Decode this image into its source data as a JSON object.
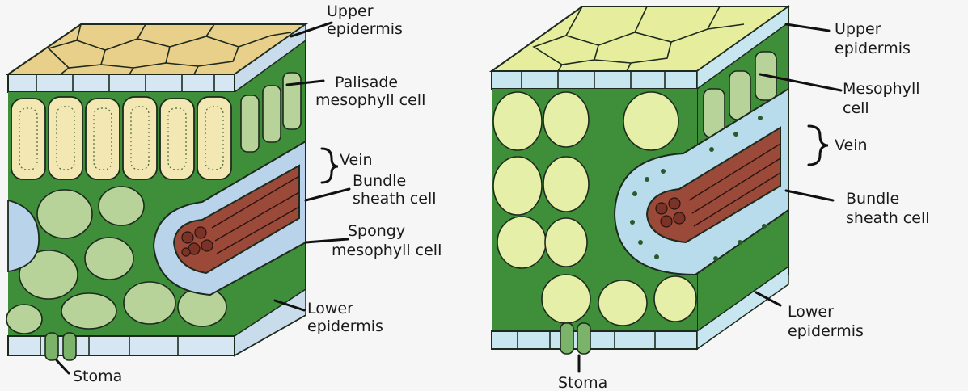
{
  "diagrams": [
    {
      "labels": {
        "upper_epidermis": [
          "Upper",
          "epidermis"
        ],
        "palisade": [
          "Palisade",
          "mesophyll cell"
        ],
        "vein": [
          "Vein"
        ],
        "bundle_sheath": [
          "Bundle",
          "sheath cell"
        ],
        "spongy": [
          "Spongy",
          "mesophyll cell"
        ],
        "lower_epidermis": [
          "Lower",
          "epidermis"
        ],
        "stoma": [
          "Stoma"
        ]
      }
    },
    {
      "labels": {
        "upper_epidermis": [
          "Upper",
          "epidermis"
        ],
        "mesophyll": [
          "Mesophyll",
          "cell"
        ],
        "vein": [
          "Vein"
        ],
        "bundle_sheath": [
          "Bundle",
          "sheath cell"
        ],
        "lower_epidermis": [
          "Lower",
          "epidermis"
        ],
        "stoma": [
          "Stoma"
        ]
      }
    }
  ],
  "colors": {
    "epidermis_top": "#e8cf8a",
    "epidermis_side": "#d6e6f2",
    "palisade": "#f3e7b3",
    "mesophyll_green": "#b7d39a",
    "air_space": "#3f8f3a",
    "vein_red": "#9b4a3a",
    "bundle_blue": "#b9d4ea",
    "c4_mesophyll": "#e6efa8",
    "c4_top": "#e6ee9e"
  }
}
